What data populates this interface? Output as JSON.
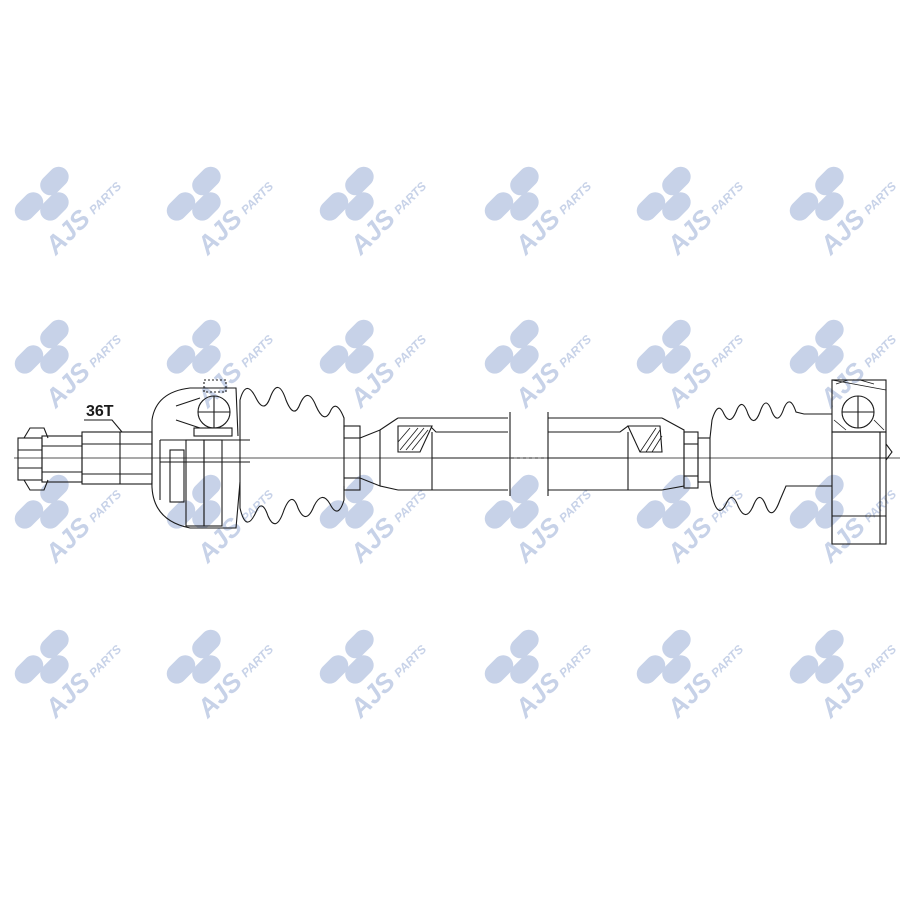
{
  "watermark": {
    "brand": "AJS",
    "suffix": "PARTS",
    "color": "#c7d2e8",
    "rows": 4,
    "cols": 6
  },
  "drawing": {
    "spline_label": "36T",
    "line_color": "#1a1a1a"
  }
}
